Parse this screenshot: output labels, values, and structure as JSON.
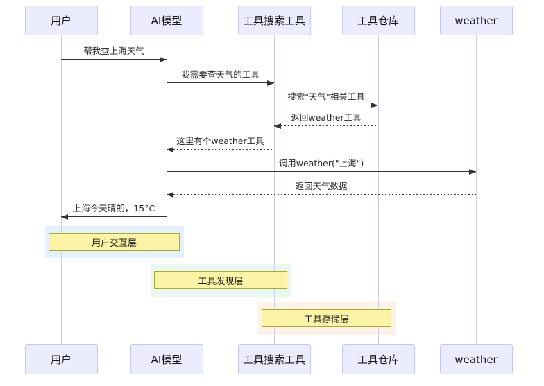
{
  "diagram": {
    "type": "sequence-diagram",
    "actors": [
      {
        "id": "user",
        "label": "用户"
      },
      {
        "id": "ai",
        "label": "AI模型"
      },
      {
        "id": "search",
        "label": "工具搜索工具"
      },
      {
        "id": "repo",
        "label": "工具仓库"
      },
      {
        "id": "weather",
        "label": "weather"
      }
    ],
    "messages": [
      {
        "text": "帮我查上海天气",
        "from": "user",
        "to": "ai",
        "line": "solid"
      },
      {
        "text": "我需要查天气的工具",
        "from": "ai",
        "to": "search",
        "line": "solid"
      },
      {
        "text": "搜索\"天气\"相关工具",
        "from": "search",
        "to": "repo",
        "line": "solid"
      },
      {
        "text": "返回weather工具",
        "from": "repo",
        "to": "search",
        "line": "dotted"
      },
      {
        "text": "这里有个weather工具",
        "from": "search",
        "to": "ai",
        "line": "dotted"
      },
      {
        "text": "调用weather(\"上海\")",
        "from": "ai",
        "to": "weather",
        "line": "solid"
      },
      {
        "text": "返回天气数据",
        "from": "weather",
        "to": "ai",
        "line": "dotted"
      },
      {
        "text": "上海今天晴朗，15°C",
        "from": "ai",
        "to": "user",
        "line": "solid"
      }
    ],
    "notes": [
      {
        "id": "user-interaction-layer",
        "text": "用户交互层",
        "over": [
          "user",
          "ai"
        ],
        "band_color": "#e6f2fb"
      },
      {
        "id": "tool-discovery-layer",
        "text": "工具发现层",
        "over": [
          "ai",
          "search"
        ],
        "band_color": "#e9f7ee"
      },
      {
        "id": "tool-storage-layer",
        "text": "工具存储层",
        "over": [
          "search",
          "repo"
        ],
        "band_color": "#fdf2e8"
      }
    ],
    "colors": {
      "actor_fill": "#ececff",
      "actor_border": "#c9c6f0",
      "lifeline": "#d0ccec",
      "note_fill": "#fbf3a6",
      "note_border": "#aaaa33",
      "arrow": "#333333"
    }
  }
}
